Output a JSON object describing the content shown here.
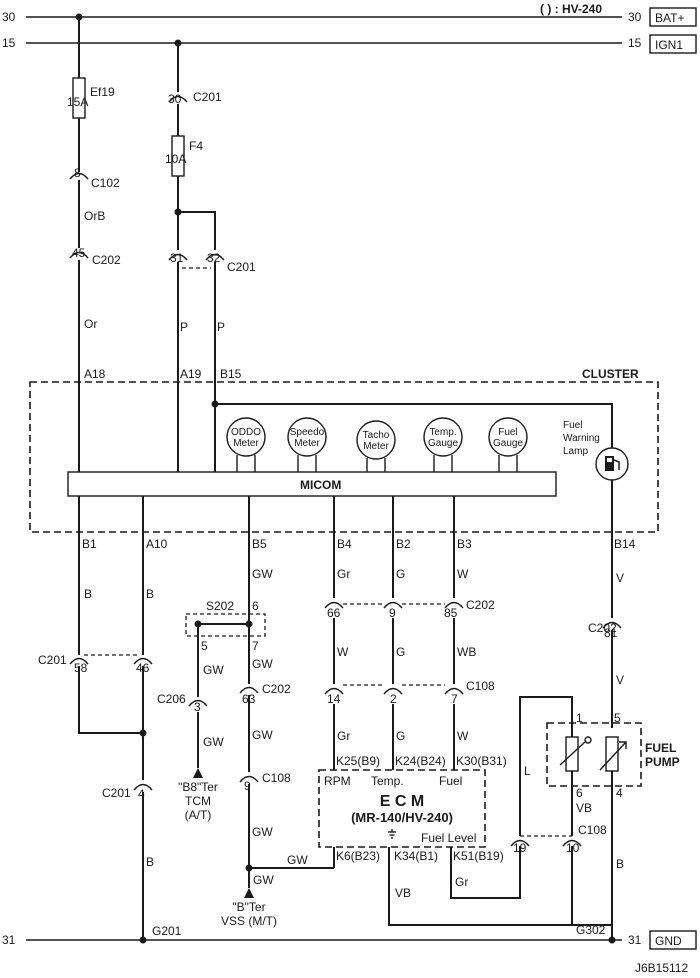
{
  "rails": {
    "bat": {
      "left_num": "30",
      "right_num": "30",
      "tag": "BAT+",
      "note": "( ) : HV-240"
    },
    "ign": {
      "left_num": "15",
      "right_num": "15",
      "tag": "IGN1"
    },
    "gnd": {
      "left_num": "31",
      "right_num": "31",
      "tag": "GND"
    }
  },
  "fuses": [
    {
      "name": "Ef19",
      "rating": "15A"
    },
    {
      "name": "F4",
      "rating": "10A"
    }
  ],
  "connectors": {
    "c201_top": {
      "pin": "30",
      "name": "C201"
    },
    "c102": {
      "pin": "8",
      "name": "C102"
    },
    "c202_top": {
      "pin": "45",
      "name": "C202"
    },
    "c201_pair": {
      "pin_a": "31",
      "pin_b": "32",
      "name": "C201"
    },
    "s202": {
      "name": "S202",
      "pin_a": "6",
      "pin_b": "5",
      "pin_c": "7"
    },
    "c201_mid": {
      "name": "C201",
      "pin_a": "58",
      "pin_b": "46"
    },
    "c206": {
      "name": "C206",
      "pin": "3"
    },
    "c202_63": {
      "pin": "63",
      "name": "C202"
    },
    "c108_9": {
      "pin": "9",
      "name": "C108"
    },
    "c201_4": {
      "name": "C201",
      "pin": "4"
    },
    "c202_row": {
      "pins": [
        "66",
        "9",
        "85"
      ],
      "name": "C202"
    },
    "c108_row": {
      "pins": [
        "14",
        "2",
        "7"
      ],
      "name": "C108"
    },
    "c202_81": {
      "pin": "81",
      "name": "C202"
    },
    "c108_pump": {
      "pins": [
        "6",
        "19",
        "10"
      ],
      "name": "C108"
    }
  },
  "wires": {
    "orb": "OrB",
    "or": "Or",
    "p1": "P",
    "p2": "P",
    "b1": "B",
    "b2": "B",
    "b3": "B",
    "b4": "B",
    "gw1": "GW",
    "gw2": "GW",
    "gw3": "GW",
    "gw4": "GW",
    "gw5": "GW",
    "gw6": "GW",
    "gw7": "GW",
    "gw8": "GW",
    "gr1": "Gr",
    "gr2": "Gr",
    "gr3": "Gr",
    "g1": "G",
    "g2": "G",
    "g3": "G",
    "w1": "W",
    "w2": "W",
    "w3": "W",
    "wb": "WB",
    "v1": "V",
    "v2": "V",
    "vb1": "VB",
    "vb2": "VB",
    "l": "L"
  },
  "cluster": {
    "title": "CLUSTER",
    "micom": "MICOM",
    "top_pins": [
      "A18",
      "A19",
      "B15"
    ],
    "bottom_pins": [
      "B1",
      "A10",
      "B5",
      "B4",
      "B2",
      "B3",
      "B14"
    ],
    "meters": [
      {
        "line1": "ODDO",
        "line2": "Meter"
      },
      {
        "line1": "Speedo",
        "line2": "Meter"
      },
      {
        "line1": "Tacho",
        "line2": "Meter"
      },
      {
        "line1": "Temp.",
        "line2": "Gauge"
      },
      {
        "line1": "Fuel",
        "line2": "Gauge"
      }
    ],
    "lamp": {
      "line1": "Fuel",
      "line2": "Warning",
      "line3": "Lamp"
    }
  },
  "ecm": {
    "title": "E C M",
    "subtitle": "(MR-140/HV-240)",
    "inputs": [
      "RPM",
      "Temp.",
      "Fuel"
    ],
    "input_pins": [
      "K25(B9)",
      "K24(B24)",
      "K30(B31)"
    ],
    "bottom_pins": [
      "K6(B23)",
      "K34(B1)",
      "K51(B19)"
    ],
    "fuel_level": "Fuel Level"
  },
  "fuel_pump": {
    "line1": "FUEL",
    "line2": "PUMP",
    "pin_a": "1",
    "pin_b": "5",
    "pin_c": "4"
  },
  "terminals": {
    "tcm": {
      "line1": "\"B8\"Ter",
      "line2": "TCM",
      "line3": "(A/T)"
    },
    "vss": {
      "line1": "\"B\"Ter",
      "line2": "VSS (M/T)"
    }
  },
  "grounds": {
    "g201": "G201",
    "g302": "G302"
  },
  "code": "J6B15112"
}
